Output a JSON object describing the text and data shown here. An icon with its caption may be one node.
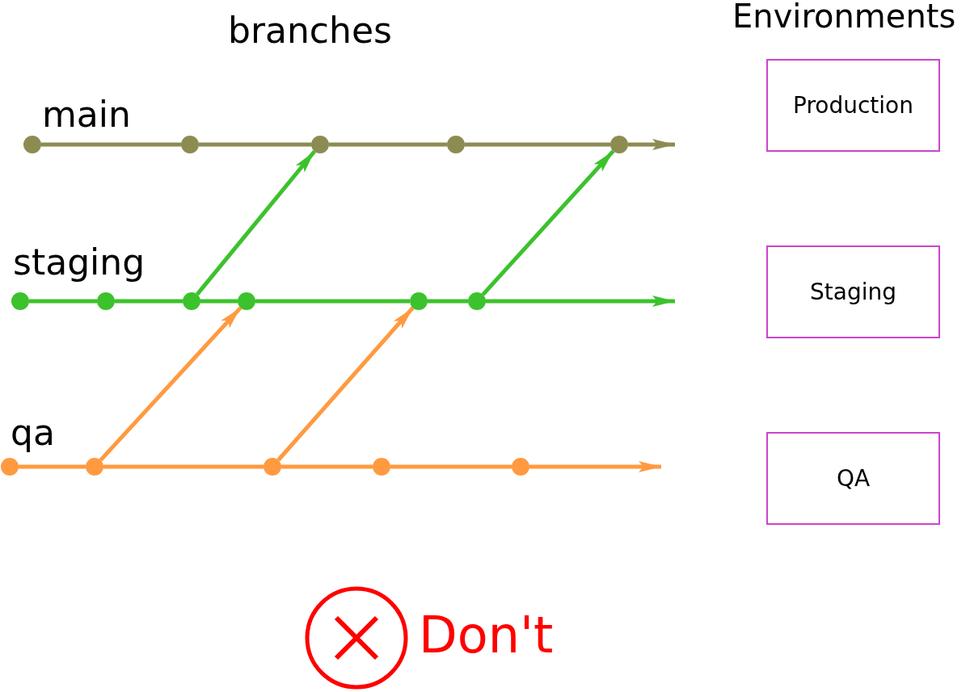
{
  "diagram": {
    "nodes": [
      {
        "text": [],
        "shape": "circle"
      },
      {
        "text": [],
        "shape": "circle"
      },
      {
        "text": [],
        "shape": "circle"
      },
      {
        "text": [],
        "shape": "circle"
      },
      {
        "text": [],
        "shape": "circle"
      },
      {
        "text": [],
        "shape": "circle"
      },
      {
        "text": [],
        "shape": "circle"
      },
      {
        "text": [],
        "shape": "circle"
      },
      {
        "text": [],
        "shape": "circle"
      },
      {
        "text": [],
        "shape": "circle"
      },
      {
        "text": [],
        "shape": "circle"
      },
      {
        "text": [],
        "shape": "circle"
      },
      {
        "text": [],
        "shape": "circle"
      },
      {
        "text": [],
        "shape": "circle"
      },
      {
        "text": [],
        "shape": "circle"
      },
      {
        "text": [],
        "shape": "circle"
      },
      {
        "text": [
          "Production"
        ]
      },
      {
        "text": [
          "Staging"
        ]
      },
      {
        "text": [
          "QA"
        ]
      }
    ],
    "edges": [
      {
        "from": 0,
        "to": 1,
        "arrow": "none",
        "color": "#8c8c52"
      },
      {
        "from": 1,
        "to": 2,
        "arrow": "none",
        "color": "#8c8c52"
      },
      {
        "from": 2,
        "to": 3,
        "arrow": "none",
        "color": "#8c8c52"
      },
      {
        "from": 3,
        "to": 4,
        "arrow": "none",
        "color": "#8c8c52"
      },
      {
        "from": 4,
        "to": null,
        "arrow": "to",
        "color": "#8c8c52"
      },
      {
        "from": 5,
        "to": 6,
        "arrow": "none",
        "color": "#3cc22c"
      },
      {
        "from": 6,
        "to": 7,
        "arrow": "none",
        "color": "#3cc22c"
      },
      {
        "from": 7,
        "to": 8,
        "arrow": "none",
        "color": "#3cc22c"
      },
      {
        "from": 8,
        "to": 9,
        "arrow": "none",
        "color": "#3cc22c"
      },
      {
        "from": 9,
        "to": 10,
        "arrow": "none",
        "color": "#3cc22c"
      },
      {
        "from": 10,
        "to": null,
        "arrow": "to",
        "color": "#3cc22c"
      },
      {
        "from": 11,
        "to": 12,
        "arrow": "none",
        "color": "#ff9a40"
      },
      {
        "from": 12,
        "to": 13,
        "arrow": "none",
        "color": "#ff9a40"
      },
      {
        "from": 13,
        "to": 14,
        "arrow": "none",
        "color": "#ff9a40"
      },
      {
        "from": 14,
        "to": 15,
        "arrow": "none",
        "color": "#ff9a40"
      },
      {
        "from": 15,
        "to": null,
        "arrow": "to",
        "color": "#ff9a40"
      },
      {
        "from": 7,
        "to": 2,
        "arrow": "to",
        "color": "#3cc22c"
      },
      {
        "from": 10,
        "to": 4,
        "arrow": "to",
        "color": "#3cc22c"
      },
      {
        "from": 12,
        "to": 8,
        "arrow": "to",
        "color": "#ff9a40"
      },
      {
        "from": 13,
        "to": 9,
        "arrow": "to",
        "color": "#ff9a40"
      }
    ],
    "labels": [
      "branches",
      "Environments",
      "main",
      "staging",
      "qa",
      "Don't"
    ]
  }
}
